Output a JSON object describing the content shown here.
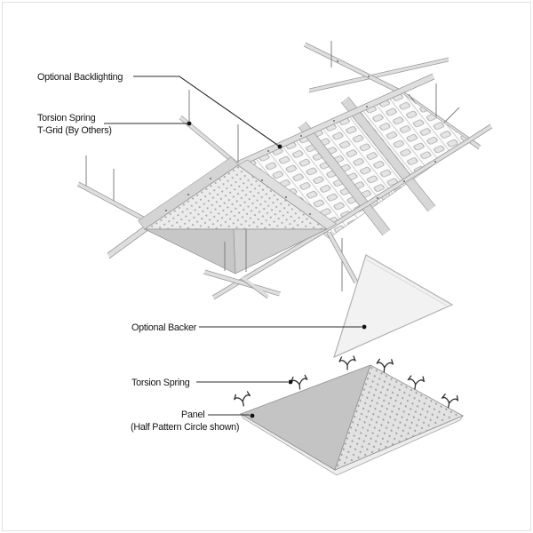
{
  "diagram": {
    "type": "exploded-assembly-illustration",
    "subject": "Torsion spring ceiling panel system in suspended T-grid",
    "labels": {
      "backlighting": "Optional Backlighting",
      "tgrid_line1": "Torsion Spring",
      "tgrid_line2": "T-Grid (By Others)",
      "backer": "Optional Backer",
      "torsion_spring": "Torsion Spring",
      "panel_line1": "Panel",
      "panel_line2": "(Half Pattern Circle shown)"
    },
    "colors": {
      "background": "#ffffff",
      "leader_line": "#2b2b2b",
      "label_text": "#141414",
      "rail_fill": "#dedede",
      "rail_edge": "#9b9b9b",
      "led_module_fill": "#e4e4e4",
      "carrier_fill": "#d7d7d7",
      "panel_perforated_face": "#ebebeb",
      "panel_shaded_face": "#c7c7c7",
      "perforation_dot": "#a6a6a6",
      "backer_fill": "#f2f2f2"
    },
    "icons": {
      "torsion_spring_clip": "torsion-spring-icon",
      "hanger_wire": "hanger-wire",
      "leader_dot": "leader-dot"
    }
  }
}
